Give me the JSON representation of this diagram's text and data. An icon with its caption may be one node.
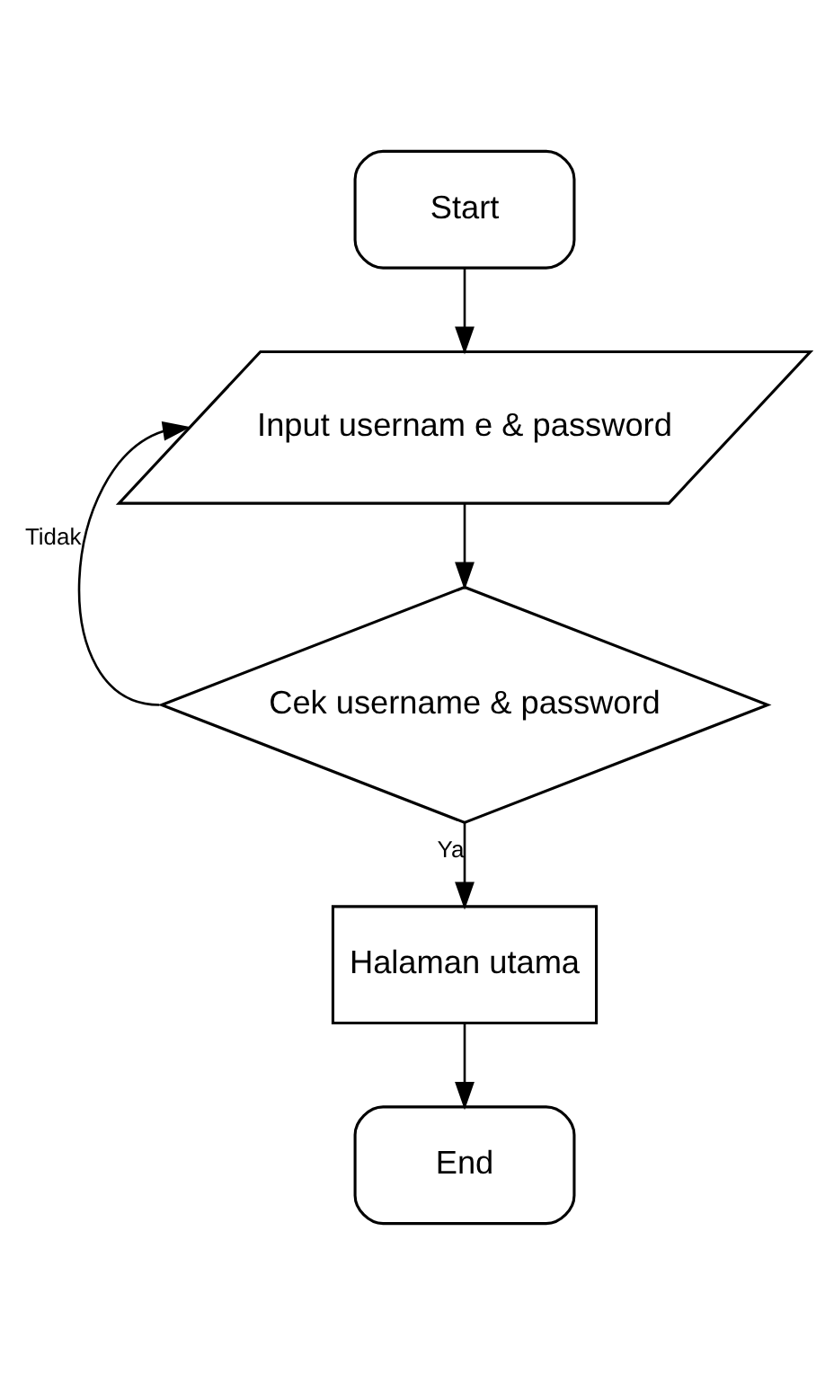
{
  "diagram": {
    "nodes": [
      {
        "text": [
          "Start"
        ]
      },
      {
        "text": [
          "Input usernam e & password"
        ]
      },
      {
        "text": [
          "Cek username & password"
        ]
      },
      {
        "text": [
          "Halaman utama"
        ]
      },
      {
        "text": [
          "End"
        ]
      }
    ],
    "edges": [
      {
        "from": 0,
        "to": 1,
        "arrow": "to"
      },
      {
        "from": 1,
        "to": 2,
        "arrow": "to"
      },
      {
        "from": 2,
        "to": 1,
        "arrow": "to",
        "label": "Tidak"
      },
      {
        "from": 2,
        "to": 3,
        "arrow": "to",
        "label": "Ya"
      },
      {
        "from": 3,
        "to": 4,
        "arrow": "to"
      }
    ]
  }
}
